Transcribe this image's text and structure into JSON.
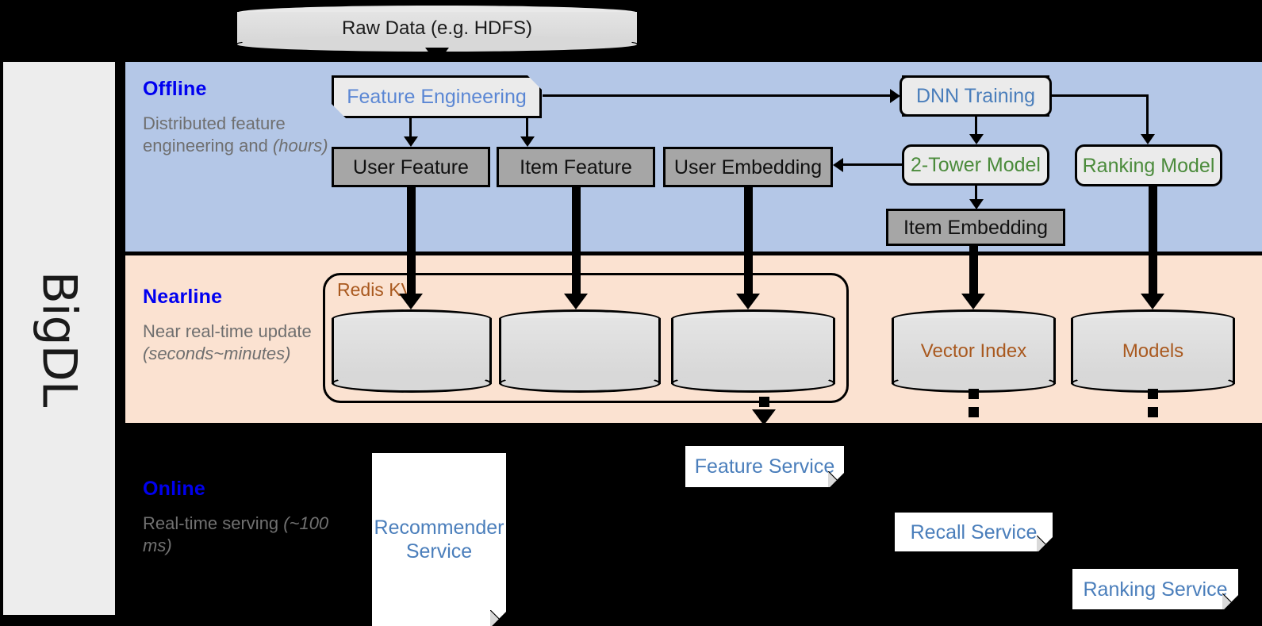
{
  "platform": {
    "name": "BigDL"
  },
  "sections": [
    {
      "id": "offline",
      "title": "Offline",
      "subtitle": "Distributed feature engineering and ",
      "subtitle_em": "(hours)"
    },
    {
      "id": "nearline",
      "title": "Nearline",
      "subtitle": "Near real-time update ",
      "subtitle_em": "(seconds~minutes)"
    },
    {
      "id": "online",
      "title": "Online",
      "subtitle": "Real-time serving ",
      "subtitle_em": "(~100 ms)"
    }
  ],
  "source": {
    "label": "Raw Data (e.g. HDFS)"
  },
  "offline": {
    "feature_engineering": "Feature Engineering",
    "dnn_training": "DNN Training",
    "user_feature": "User Feature",
    "item_feature": "Item Feature",
    "user_embedding": "User Embedding",
    "two_tower_model": "2-Tower Model",
    "ranking_model": "Ranking Model",
    "item_embedding": "Item Embedding"
  },
  "nearline": {
    "redis_group_label": "Redis KV",
    "stores": [
      "",
      "",
      ""
    ],
    "vector_index": "Vector Index",
    "models": "Models"
  },
  "online": {
    "recommender_service": "Recommender Service",
    "feature_service": "Feature Service",
    "recall_service": "Recall Service",
    "ranking_service": "Ranking Service"
  },
  "colors": {
    "offline_band": "#b4c7e7",
    "nearline_band": "#fbe2d1",
    "online_band": "#000000",
    "section_title": "#0000f0",
    "blue_text": "#4a7ebb",
    "green_text": "#4b8b3b",
    "brown_text": "#a9591f",
    "gray_box": "#a6a6a6",
    "sidebar": "#ededed"
  }
}
